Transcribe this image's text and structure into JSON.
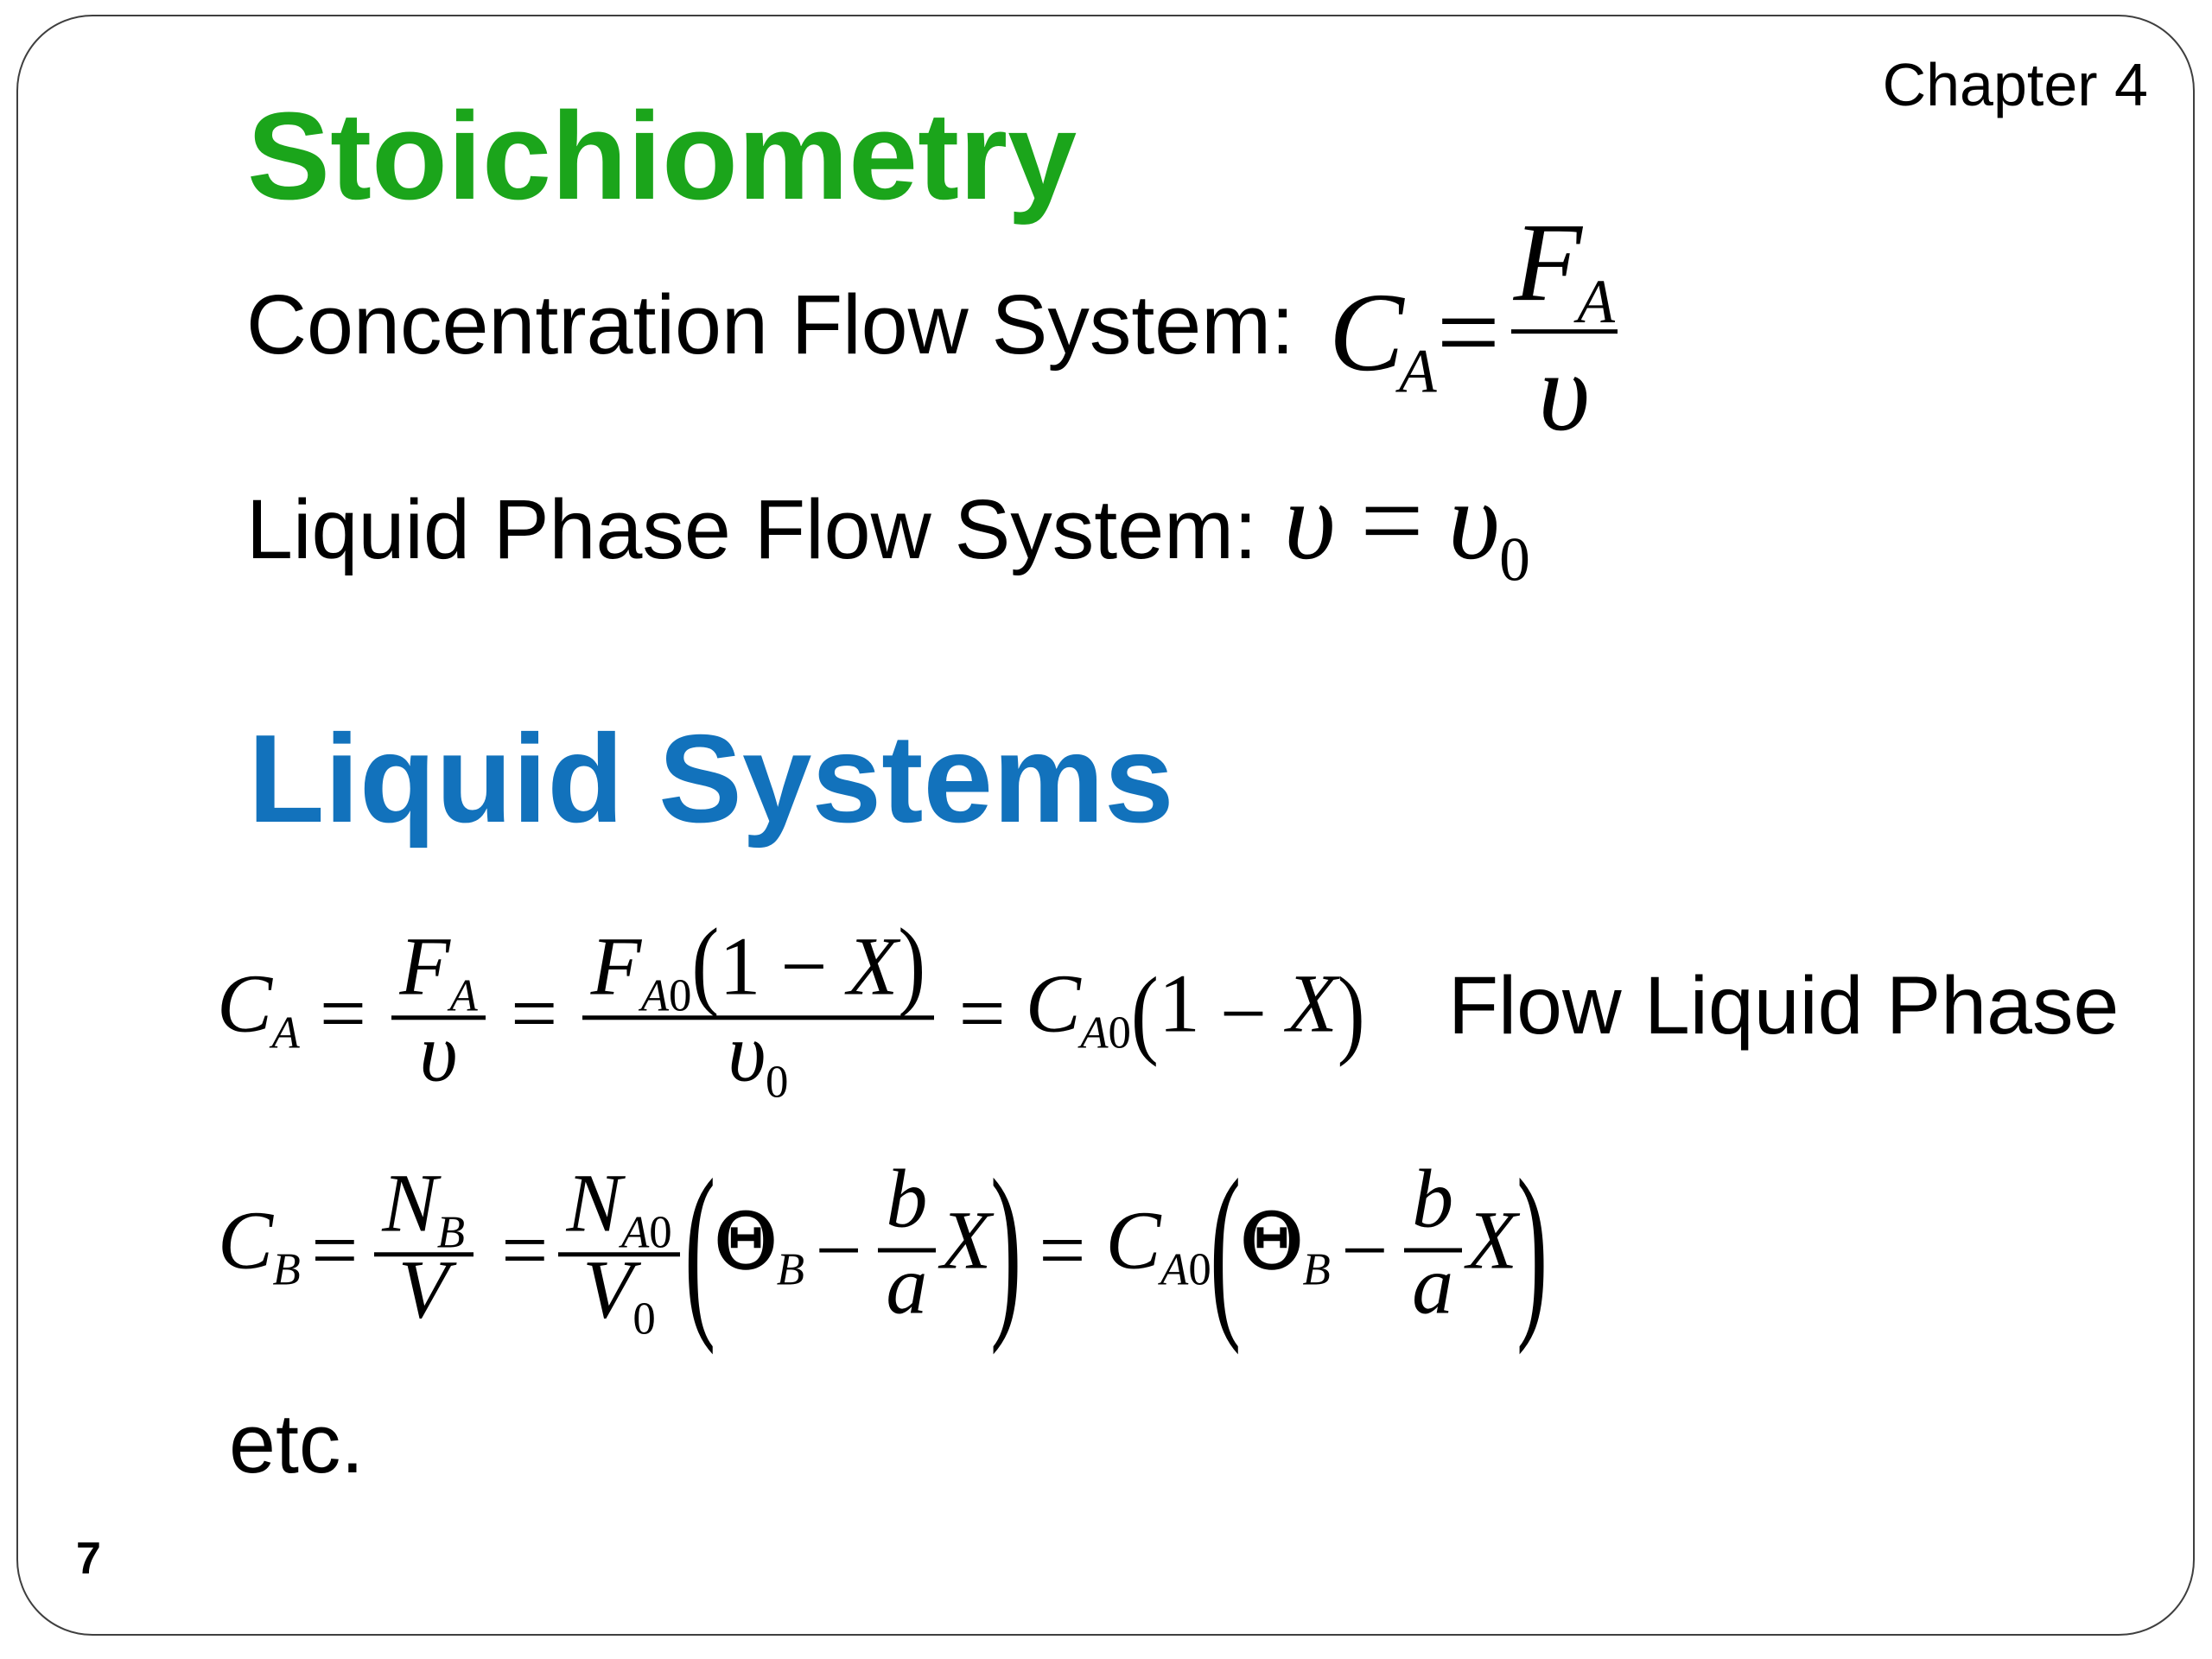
{
  "colors": {
    "title_green": "#1ba51b",
    "heading_blue": "#1272bc",
    "text": "#000000",
    "frame_border": "#3f3f3f"
  },
  "header": {
    "chapter_label": "Chapter 4"
  },
  "title": "Stoichiometry",
  "labels": {
    "concentration": "Concentration Flow System:",
    "liquid_phase": "Liquid Phase Flow System:",
    "liquid_systems_heading": "Liquid Systems",
    "flow_liquid_phase_note": "Flow Liquid Phase",
    "etc": "etc.",
    "page_number": "7"
  },
  "equations": {
    "concentration_eq": [
      {
        "k": "s",
        "t": "C",
        "sub": "A"
      },
      {
        "k": "op",
        "t": "="
      },
      {
        "k": "f",
        "num": [
          {
            "k": "s",
            "t": "F",
            "sub": "A"
          }
        ],
        "den": [
          {
            "k": "s",
            "t": "υ"
          }
        ]
      }
    ],
    "liquid_phase_eq": [
      {
        "k": "s",
        "t": "υ"
      },
      {
        "k": "op",
        "t": "="
      },
      {
        "k": "s",
        "t": "υ",
        "sub": "0"
      }
    ],
    "liquid_systems_eq1": [
      {
        "k": "s",
        "t": "C",
        "sub": "A"
      },
      {
        "k": "op",
        "t": "="
      },
      {
        "k": "f",
        "num": [
          {
            "k": "s",
            "t": "F",
            "sub": "A"
          }
        ],
        "den": [
          {
            "k": "s",
            "t": "υ"
          }
        ]
      },
      {
        "k": "op",
        "t": "="
      },
      {
        "k": "f",
        "num": [
          {
            "k": "s",
            "t": "F",
            "sub": "A0"
          },
          {
            "k": "p",
            "size": "med",
            "items": [
              {
                "k": "s",
                "t": "1"
              },
              {
                "k": "op",
                "t": "−"
              },
              {
                "k": "s",
                "t": "X"
              }
            ]
          }
        ],
        "den": [
          {
            "k": "s",
            "t": "υ",
            "sub": "0"
          }
        ]
      },
      {
        "k": "op",
        "t": "="
      },
      {
        "k": "s",
        "t": "C",
        "sub": "A0"
      },
      {
        "k": "p",
        "size": "med",
        "items": [
          {
            "k": "s",
            "t": "1"
          },
          {
            "k": "op",
            "t": "−"
          },
          {
            "k": "s",
            "t": "X"
          }
        ]
      }
    ],
    "liquid_systems_eq2": [
      {
        "k": "s",
        "t": "C",
        "sub": "B"
      },
      {
        "k": "op",
        "t": "="
      },
      {
        "k": "f",
        "num": [
          {
            "k": "s",
            "t": "N",
            "sub": "B"
          }
        ],
        "den": [
          {
            "k": "s",
            "t": "V"
          }
        ]
      },
      {
        "k": "op",
        "t": "="
      },
      {
        "k": "f",
        "num": [
          {
            "k": "s",
            "t": "N",
            "sub": "A0"
          }
        ],
        "den": [
          {
            "k": "s",
            "t": "V",
            "sub": "0"
          }
        ]
      },
      {
        "k": "p",
        "size": "big",
        "items": [
          {
            "k": "s",
            "t": "Θ",
            "sub": "B"
          },
          {
            "k": "op",
            "t": "−"
          },
          {
            "k": "f",
            "num": [
              {
                "k": "s",
                "t": "b"
              }
            ],
            "den": [
              {
                "k": "s",
                "t": "a"
              }
            ]
          },
          {
            "k": "s",
            "t": "X"
          }
        ]
      },
      {
        "k": "op",
        "t": "="
      },
      {
        "k": "s",
        "t": "C",
        "sub": "A0"
      },
      {
        "k": "p",
        "size": "big",
        "items": [
          {
            "k": "s",
            "t": "Θ",
            "sub": "B"
          },
          {
            "k": "op",
            "t": "−"
          },
          {
            "k": "f",
            "num": [
              {
                "k": "s",
                "t": "b"
              }
            ],
            "den": [
              {
                "k": "s",
                "t": "a"
              }
            ]
          },
          {
            "k": "s",
            "t": "X"
          }
        ]
      }
    ]
  }
}
